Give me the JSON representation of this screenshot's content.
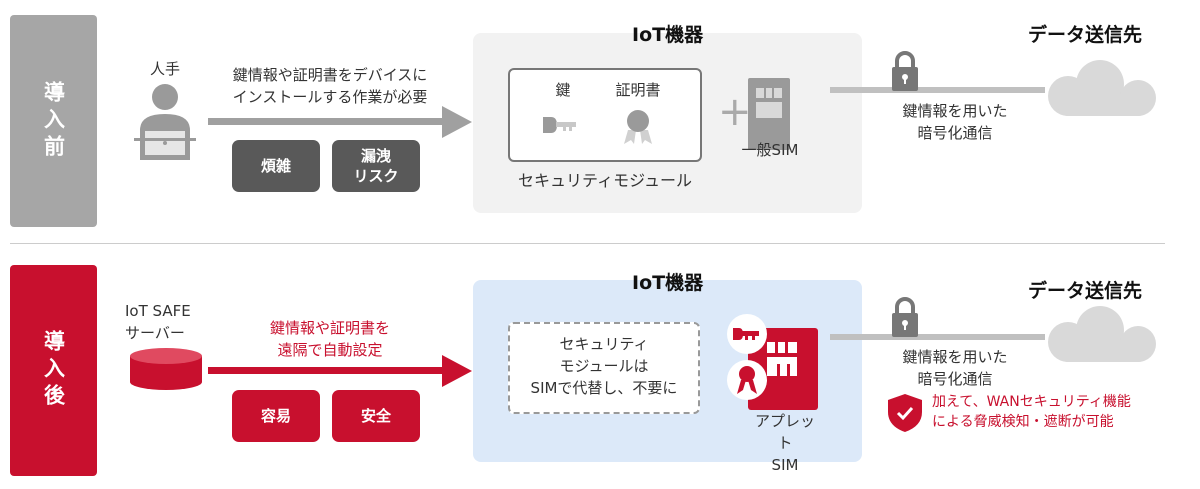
{
  "before": {
    "label": "導入前",
    "actor": "人手",
    "arrow_text": "鍵情報や証明書をデバイスに\nインストールする作業が必要",
    "badges": [
      "煩雑",
      "漏洩\nリスク"
    ],
    "device_title": "IoT機器",
    "module_items": [
      "鍵",
      "証明書"
    ],
    "module_label": "セキュリティモジュール",
    "sim_label": "一般SIM",
    "link_text": "鍵情報を用いた\n暗号化通信",
    "destination": "データ送信先"
  },
  "after": {
    "label": "導入後",
    "actor": "IoT SAFE\nサーバー",
    "arrow_text": "鍵情報や証明書を\n遠隔で自動設定",
    "badges": [
      "容易",
      "安全"
    ],
    "device_title": "IoT機器",
    "module_note": "セキュリティ\nモジュールは\nSIMで代替し、不要に",
    "sim_label": "アプレット\nSIM",
    "link_text": "鍵情報を用いた\n暗号化通信",
    "destination": "データ送信先",
    "wan_note": "加えて、WANセキュリティ機能\nによる脅威検知・遮断が可能"
  },
  "colors": {
    "gray": "#a6a6a6",
    "dark": "#595959",
    "red": "#c8102e",
    "blue_bg": "#dce9f9",
    "gray_bg": "#f2f2f2"
  }
}
